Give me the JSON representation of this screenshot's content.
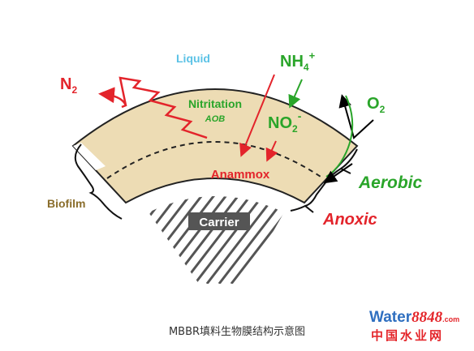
{
  "diagram": {
    "labels": {
      "liquid": "Liquid",
      "n2": "N",
      "n2_sub": "2",
      "nh4": "NH",
      "nh4_sub": "4",
      "nh4_sup": "+",
      "o2": "O",
      "o2_sub": "2",
      "nitritation": "Nitritation",
      "aob": "AOB",
      "no2": "NO",
      "no2_sub": "2",
      "no2_sup": "-",
      "anammox": "Anammox",
      "aerobic": "Aerobic",
      "anoxic": "Anoxic",
      "biofilm": "Biofilm",
      "carrier": "Carrier"
    },
    "colors": {
      "biofilm_fill": "#eddcb4",
      "red": "#e3242b",
      "green": "#2aa52a",
      "liquid_blue": "#5bc2e6",
      "biofilm_label": "#8a6d2b",
      "carrier_box": "#555555"
    }
  },
  "caption": "MBBR填料生物膜结构示意图",
  "logo": {
    "word": "Water",
    "number": "8848",
    "suffix": ".com",
    "chinese": "中国水业网"
  }
}
